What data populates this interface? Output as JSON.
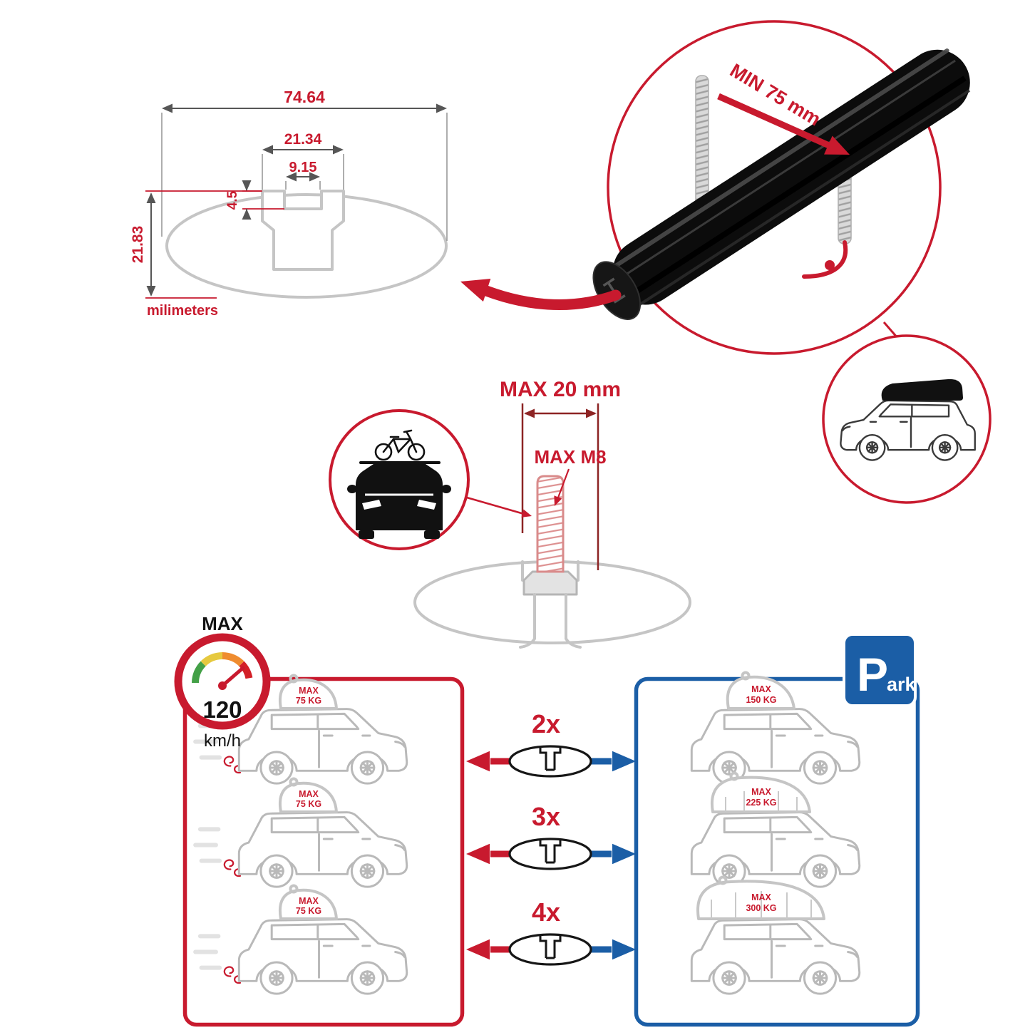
{
  "colors": {
    "accent_red": "#c81a2e",
    "accent_blue": "#1b5ea6",
    "line_gray": "#c5c5c5",
    "bar_black": "#111111",
    "gauge_segments": [
      "#43a047",
      "#e6c93f",
      "#ef8c2f",
      "#d32027"
    ]
  },
  "cross_section_diagram": {
    "total_width": "74.64",
    "upper_width": "21.34",
    "slot_width": "9.15",
    "slot_depth": "4.5",
    "total_height": "21.83",
    "units_label": "milimeters"
  },
  "clamp_detail": {
    "min_grip_label": "MIN 75 mm"
  },
  "bolt_detail": {
    "max_protrusion_label": "MAX 20 mm",
    "max_thread_label": "MAX M8"
  },
  "speed_limit": {
    "heading": "MAX",
    "value": "120",
    "units": "km/h"
  },
  "load_comparison": {
    "multipliers": [
      "2x",
      "3x",
      "4x"
    ],
    "driving_cars": [
      {
        "label": "MAX",
        "weight": "75 KG"
      },
      {
        "label": "MAX",
        "weight": "75 KG"
      },
      {
        "label": "MAX",
        "weight": "75 KG"
      }
    ],
    "parked_cars": [
      {
        "label": "MAX",
        "weight": "150 KG"
      },
      {
        "label": "MAX",
        "weight": "225 KG"
      },
      {
        "label": "MAX",
        "weight": "300 KG"
      }
    ],
    "park_sign": {
      "letter": "P",
      "suffix": "ark"
    }
  }
}
